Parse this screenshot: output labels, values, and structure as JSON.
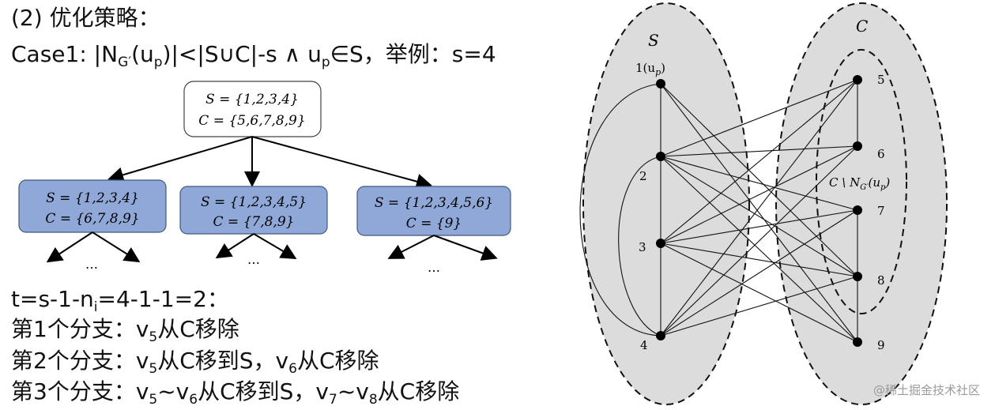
{
  "heading": {
    "text": "(2) 优化策略："
  },
  "case": {
    "prefix": "Case1: |N",
    "sub_g": "G′",
    "mid1": "(u",
    "sub_p": "p",
    "mid2": ")|<|S∪C|-s ∧ u",
    "sub_p2": "p",
    "suffix": "∈S，举例：s=4"
  },
  "tree": {
    "root": {
      "s": "S = {1,2,3,4}",
      "c": "C = {5,6,7,8,9}"
    },
    "children": [
      {
        "s": "S = {1,2,3,4}",
        "c": "C = {6,7,8,9}",
        "ellipsis": "…"
      },
      {
        "s": "S = {1,2,3,4,5}",
        "c": "C = {7,8,9}",
        "ellipsis": "…"
      },
      {
        "s": "S = {1,2,3,4,5,6}",
        "c": "C = {9}",
        "ellipsis": "…"
      }
    ],
    "child_fill": "#8FA8D8",
    "root_fill": "#ffffff"
  },
  "formula": {
    "pre": "t=s-1-n",
    "sub": "i",
    "post": "=4-1-1=2："
  },
  "branches": [
    {
      "a": "第1个分支：v",
      "a_sub": "5",
      "b": "从C移除"
    },
    {
      "a": "第2个分支：v",
      "a_sub": "5",
      "b": "从C移到S，v",
      "b_sub": "6",
      "c": "从C移除"
    },
    {
      "a": "第3个分支：v",
      "a_sub": "5",
      "b": "~v",
      "b_sub": "6",
      "c": "从C移到S，v",
      "c_sub": "7",
      "d": "~v",
      "d_sub": "8",
      "e": "从C移除"
    }
  ],
  "graph": {
    "set_s_label": "S",
    "set_c_label": "C",
    "inner_label": "C \\ N",
    "inner_label_sub": "G′",
    "inner_label_tail": "(u",
    "inner_label_sub2": "p",
    "inner_label_end": ")",
    "ellipse_fill": "#DCDCDC",
    "nodes_s": [
      {
        "label": "1(u",
        "sub": "p",
        "tail": ")"
      },
      {
        "label": "2"
      },
      {
        "label": "3"
      },
      {
        "label": "4"
      }
    ],
    "nodes_c": [
      {
        "label": "5"
      },
      {
        "label": "6"
      },
      {
        "label": "7"
      },
      {
        "label": "8"
      },
      {
        "label": "9"
      }
    ]
  },
  "watermark": "@稀土掘金技术社区"
}
